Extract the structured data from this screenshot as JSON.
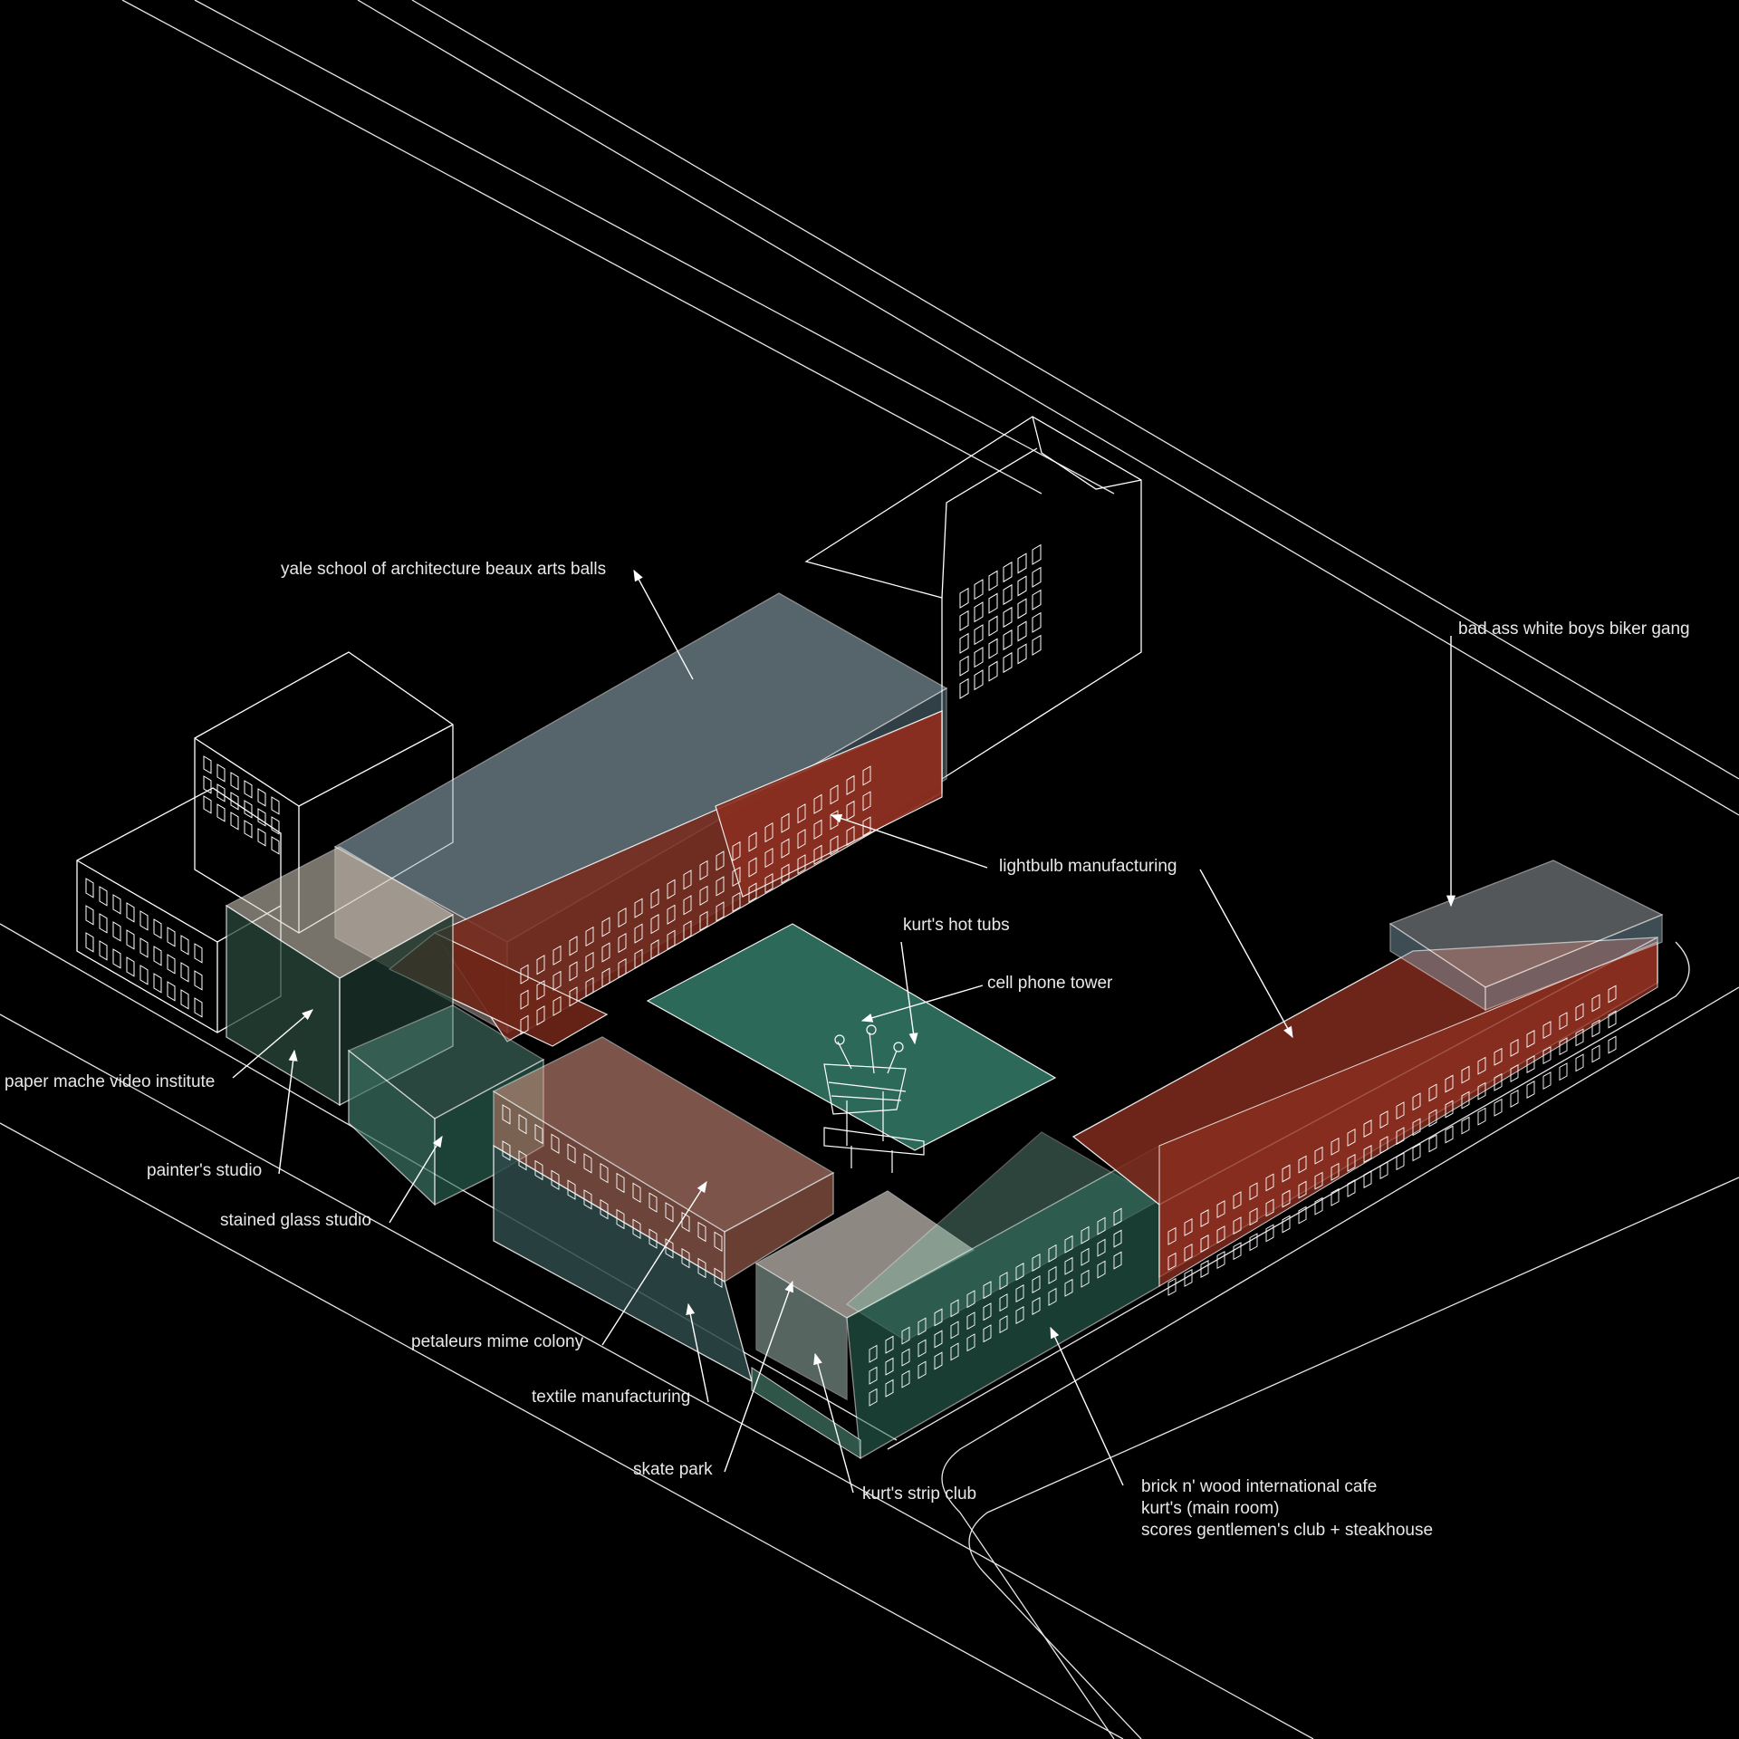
{
  "labels": {
    "yale": "yale school of architecture beaux arts balls",
    "biker": "bad ass white boys biker gang",
    "lightbulb": "lightbulb manufacturing",
    "hottubs": "kurt's hot tubs",
    "cell": "cell phone tower",
    "paper": "paper mache video institute",
    "painter": "painter's studio",
    "stained": "stained glass studio",
    "petaleurs": "petaleurs mime colony",
    "textile": "textile manufacturing",
    "skate": "skate park",
    "strip": "kurt's strip club",
    "cafe_line1": "brick n' wood international cafe",
    "cafe_line2": "kurt's (main room)",
    "cafe_line3": "scores gentlemen's club + steakhouse"
  },
  "colors": {
    "background": "#000000",
    "linework": "#ffffff",
    "brick_red": "#7a2a1c",
    "teal": "#2f6f5e",
    "pale_blue": "#9db7c4",
    "salmon": "#e39a86"
  }
}
